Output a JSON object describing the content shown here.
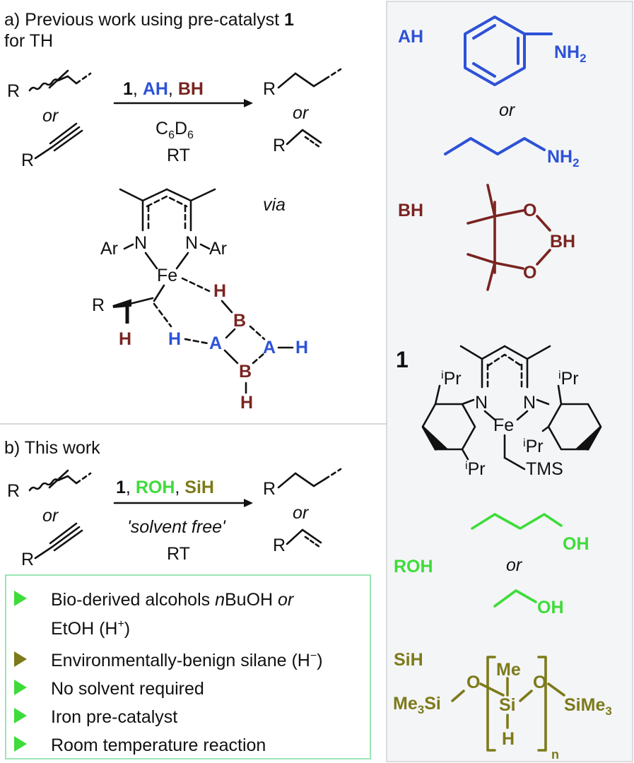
{
  "panel_a": {
    "title_line1": "a) Previous work using pre-catalyst ",
    "title_bold": "1",
    "title_line2": "for TH",
    "reagent_cat": "1",
    "reagent_sep1": ", ",
    "reagent_ah": "AH",
    "reagent_sep2": ", ",
    "reagent_bh": "BH",
    "or": "or",
    "solvent_c": "C",
    "solvent_6a": "6",
    "solvent_d": "D",
    "solvent_6b": "6",
    "temp": "RT",
    "via": "via",
    "r": "R",
    "n": "N",
    "ar": "Ar",
    "fe": "Fe",
    "h": "H",
    "a": "A",
    "b": "B"
  },
  "panel_b": {
    "title": "b) This work",
    "reagent_cat": "1",
    "reagent_sep1": ", ",
    "reagent_roh": "ROH",
    "reagent_sep2": ", ",
    "reagent_sih": "SiH",
    "conditions": "'solvent free'",
    "temp": "RT",
    "or": "or",
    "r": "R"
  },
  "benefits": [
    {
      "text": "Bio-derived alcohols ",
      "italic": "n",
      "text2": "BuOH ",
      "italic2": "or",
      "color": "#3edc3a"
    },
    {
      "text": "EtOH (H",
      "sup": "+",
      "text2": ")",
      "color": "none"
    },
    {
      "text": "Environmentally-benign silane (H",
      "sup": "−",
      "text2": ")",
      "color": "#7d7a1a"
    },
    {
      "text": "No solvent required",
      "color": "#3edc3a"
    },
    {
      "text": "Iron pre-catalyst",
      "color": "#3edc3a"
    },
    {
      "text": "Room temperature reaction",
      "color": "#3edc3a"
    }
  ],
  "legend": {
    "ah_label": "AH",
    "nh2": "NH",
    "sub2": "2",
    "or": "or",
    "bh_label": "BH",
    "o": "O",
    "bh": "BH",
    "cat_label": "1",
    "ipr_i": "i",
    "ipr_pr": "Pr",
    "n": "N",
    "fe": "Fe",
    "tms": "TMS",
    "roh_label": "ROH",
    "oh": "OH",
    "sih_label": "SiH",
    "me3si": "Me",
    "sub3": "3",
    "si": "Si",
    "me": "Me",
    "h": "H",
    "sime3": "SiMe",
    "n_sub": "n"
  },
  "colors": {
    "ah": "#2d52d6",
    "bh": "#7a2420",
    "roh": "#3edc3a",
    "sih": "#7d7a1a",
    "panel_bg": "#f4f5f7",
    "box_border": "#9be6b4"
  }
}
